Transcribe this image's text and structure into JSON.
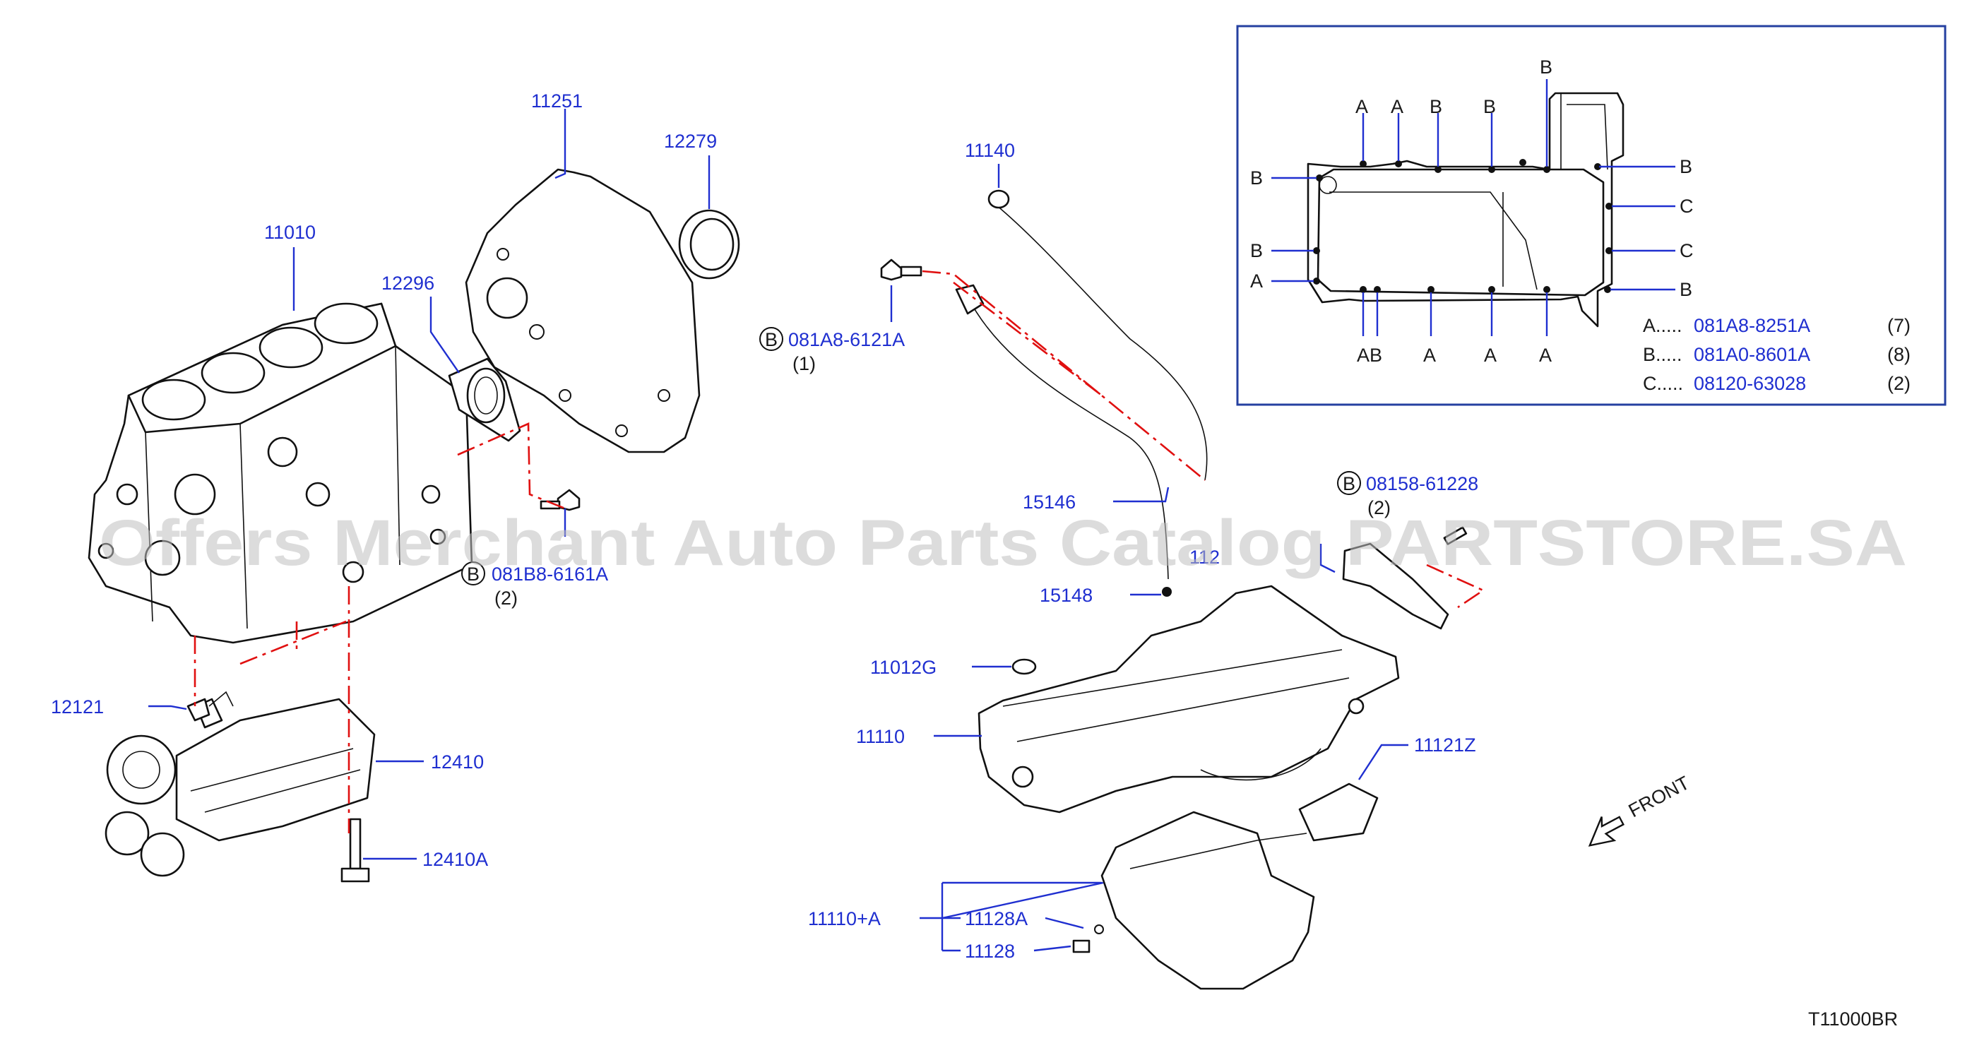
{
  "diagram_id": "T11000BR",
  "watermark": "Offers Merchant Auto Parts Catalog PARTSTORE.SA",
  "colors": {
    "part_number": "#1f2fd0",
    "dash_line": "#e01010",
    "outline": "#111111",
    "inset_border": "#2540a0"
  },
  "bolt_marker": "B",
  "labels": {
    "p11251": "11251",
    "p12279": "12279",
    "p11010": "11010",
    "p12296": "12296",
    "p11140": "11140",
    "p15146": "15146",
    "p15148": "15148",
    "p11012g": "11012G",
    "p11110": "11110",
    "p11121z": "11121Z",
    "p12121": "12121",
    "p12410": "12410",
    "p12410a": "12410A",
    "p11110a": "11110+A",
    "p11128a": "11128A",
    "p11128": "11128",
    "p112": "112",
    "front": "FRONT"
  },
  "bolt_callouts": {
    "b1": {
      "code": "081A8-6121A",
      "qty": "(1)"
    },
    "b2": {
      "code": "081B8-6161A",
      "qty": "(2)"
    },
    "b3": {
      "code": "08158-61228",
      "qty": "(2)"
    }
  },
  "inset": {
    "letters": {
      "top_a1": "A",
      "top_a2": "A",
      "top_b1": "B",
      "top_b2": "B",
      "top_b3": "B",
      "left_b1": "B",
      "left_b2": "B",
      "left_a": "A",
      "right_b1": "B",
      "right_c1": "C",
      "right_c2": "C",
      "right_b2": "B",
      "bot_ab": "AB",
      "bot_a1": "A",
      "bot_a2": "A",
      "bot_a3": "A"
    },
    "legend": [
      {
        "key": "A.....",
        "code": "081A8-8251A",
        "qty": "(7)"
      },
      {
        "key": "B.....",
        "code": "081A0-8601A",
        "qty": "(8)"
      },
      {
        "key": "C.....",
        "code": "08120-63028",
        "qty": "(2)"
      }
    ]
  }
}
